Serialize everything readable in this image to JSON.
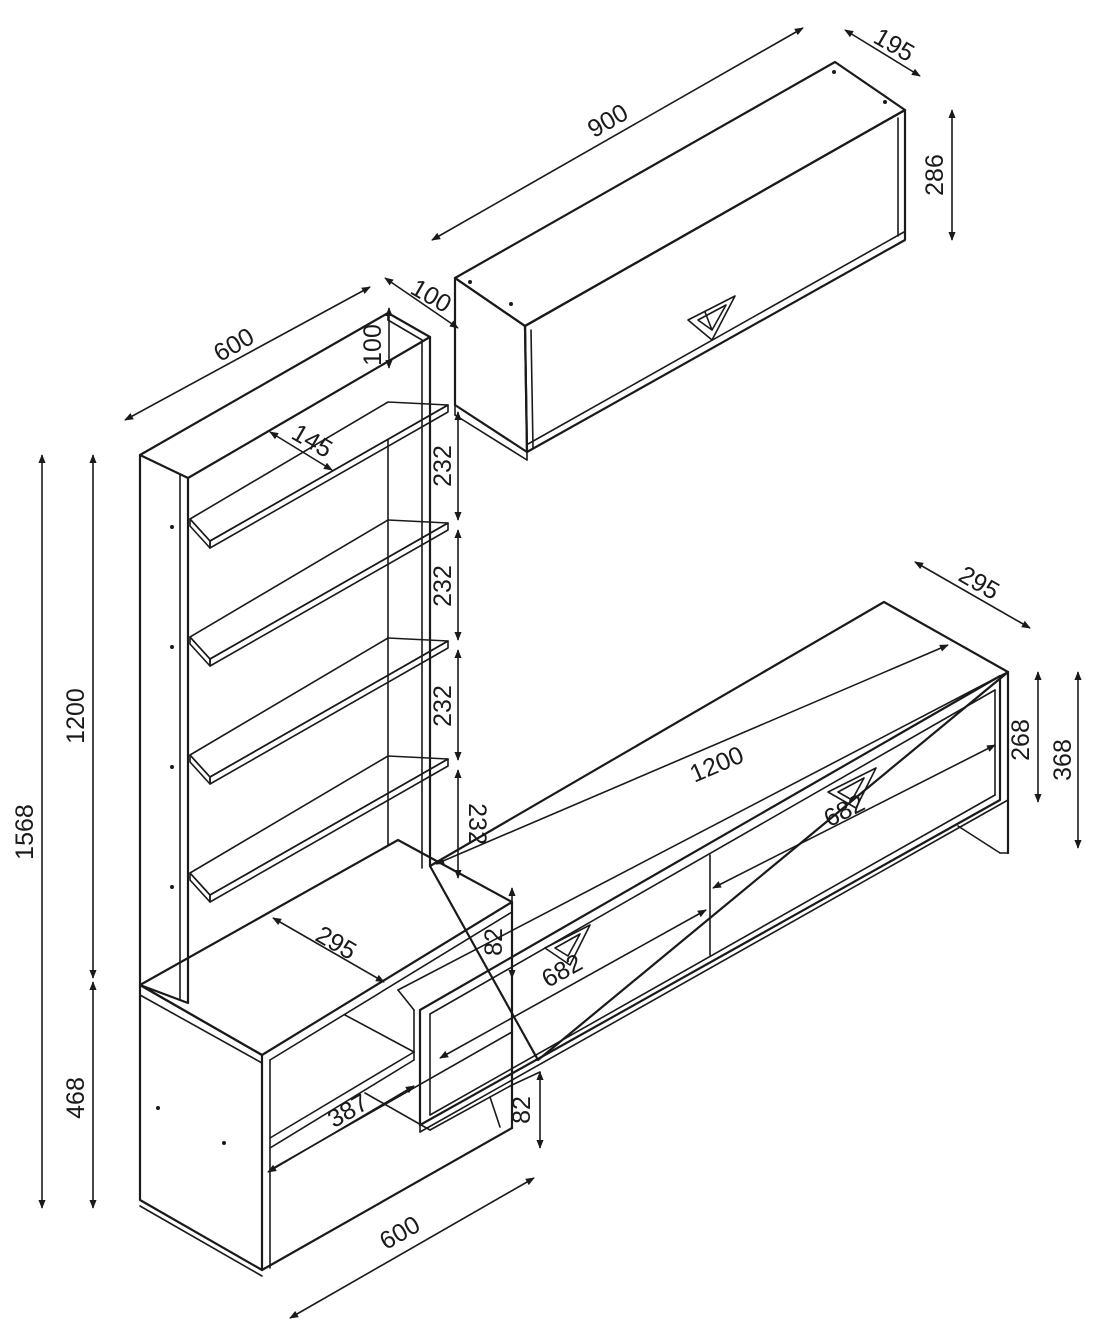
{
  "dimensions": {
    "wall_width": "900",
    "wall_depth": "195",
    "wall_height": "286",
    "wall_gap": "100",
    "shelf_width": "600",
    "shelf_top_gap": "100",
    "shelf_depth": "145",
    "shelf_spacing_1": "232",
    "shelf_spacing_2": "232",
    "shelf_spacing_3": "232",
    "shelf_spacing_4": "232",
    "tower_height": "1200",
    "total_height": "1568",
    "base_height": "468",
    "base_depth": "295",
    "base_width": "600",
    "base_inner": "387",
    "tv_depth": "295",
    "tv_length": "1200",
    "tv_drawer_right": "682",
    "tv_drawer_left": "682",
    "tv_drawer_height": "268",
    "tv_total_height": "368",
    "tv_top_gap": "82",
    "tv_leg_height": "82"
  },
  "colors": {
    "line": "#1a1a1a",
    "background": "#ffffff"
  }
}
